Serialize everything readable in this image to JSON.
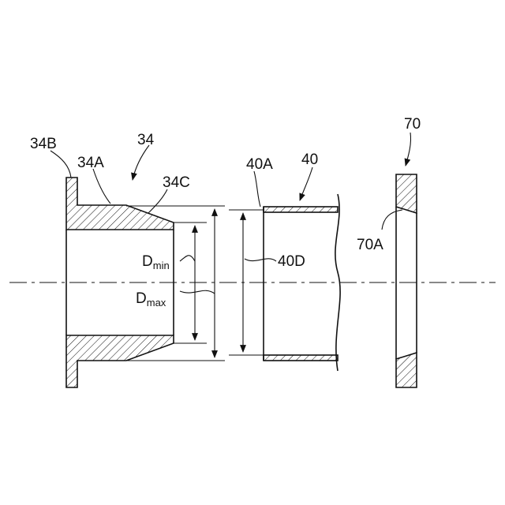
{
  "labels": {
    "part_34": "34",
    "part_34A": "34A",
    "part_34B": "34B",
    "part_34C": "34C",
    "part_40": "40",
    "part_40A": "40A",
    "part_40D": "40D",
    "part_70": "70",
    "part_70A": "70A",
    "d_min_base": "D",
    "d_min_sub": "min",
    "d_max_base": "D",
    "d_max_sub": "max"
  }
}
